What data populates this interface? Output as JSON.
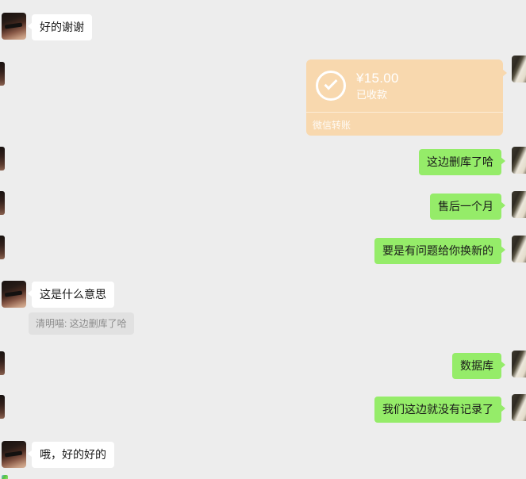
{
  "chat": {
    "colors": {
      "background": "#ededed",
      "bubble_sent": "#95ec69",
      "bubble_received": "#ffffff",
      "transfer_card": "#f8d8ae",
      "quote_bubble": "#e1e1e1"
    },
    "messages": {
      "m1": {
        "side": "left",
        "text": "好的谢谢"
      },
      "transfer": {
        "side": "right",
        "icon": "check-circle-icon",
        "amount": "¥15.00",
        "status": "已收款",
        "service": "微信转账"
      },
      "m2": {
        "side": "right",
        "text": "这边删库了哈"
      },
      "m3": {
        "side": "right",
        "text": "售后一个月"
      },
      "m4": {
        "side": "right",
        "text": "要是有问题给你换新的"
      },
      "m5": {
        "side": "left",
        "text": "这是什么意思",
        "quote": "清明喵: 这边删库了哈"
      },
      "m6": {
        "side": "right",
        "text": "数据库"
      },
      "m7": {
        "side": "right",
        "text": "我们这边就没有记录了"
      },
      "m8": {
        "side": "left",
        "text": "哦，好的好的"
      }
    }
  }
}
